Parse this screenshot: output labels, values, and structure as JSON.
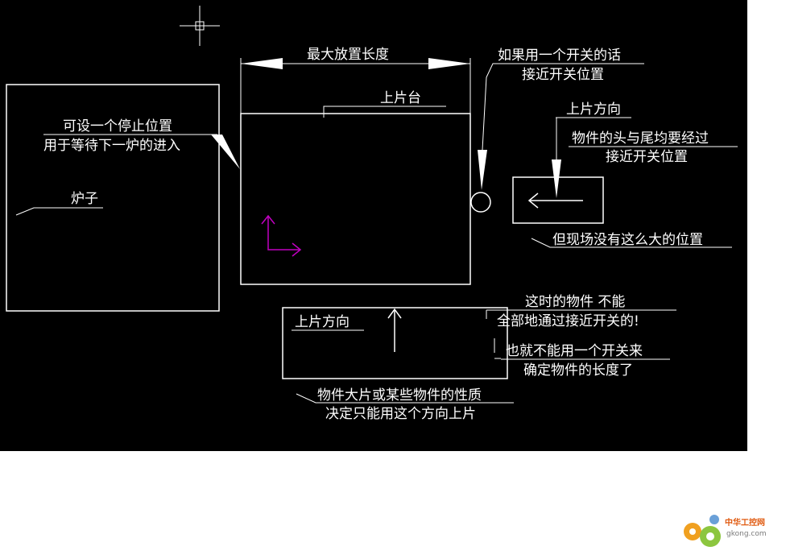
{
  "labels": {
    "max_length": "最大放置长度",
    "loading_table": "上片台",
    "stop_pos_1": "可设一个停止位置",
    "stop_pos_2": "用于等待下一炉的进入",
    "furnace": "炉子",
    "one_switch_1": "如果用一个开关的话",
    "one_switch_2": "接近开关位置",
    "direction_right": "上片方向",
    "head_tail_1": "物件的头与尾均要经过",
    "head_tail_2": "接近开关位置",
    "no_space": "但现场没有这么大的位置",
    "direction_bottom": "上片方向",
    "cannot_1": "这时的物件  不能",
    "cannot_2": "全部地通过接近开关的!",
    "cannot_3": "也就不能用一个开关来",
    "cannot_4": "确定物件的长度了",
    "nature_1": "物件大片或某些物件的性质",
    "nature_2": "决定只能用这个方向上片"
  },
  "watermark": {
    "site_name": "中华工控网",
    "url": "gkong.com"
  },
  "colors": {
    "background": "#000000",
    "lines": "#ffffff",
    "ucs_icon": "#c000c0",
    "logo_orange": "#e05a10"
  }
}
